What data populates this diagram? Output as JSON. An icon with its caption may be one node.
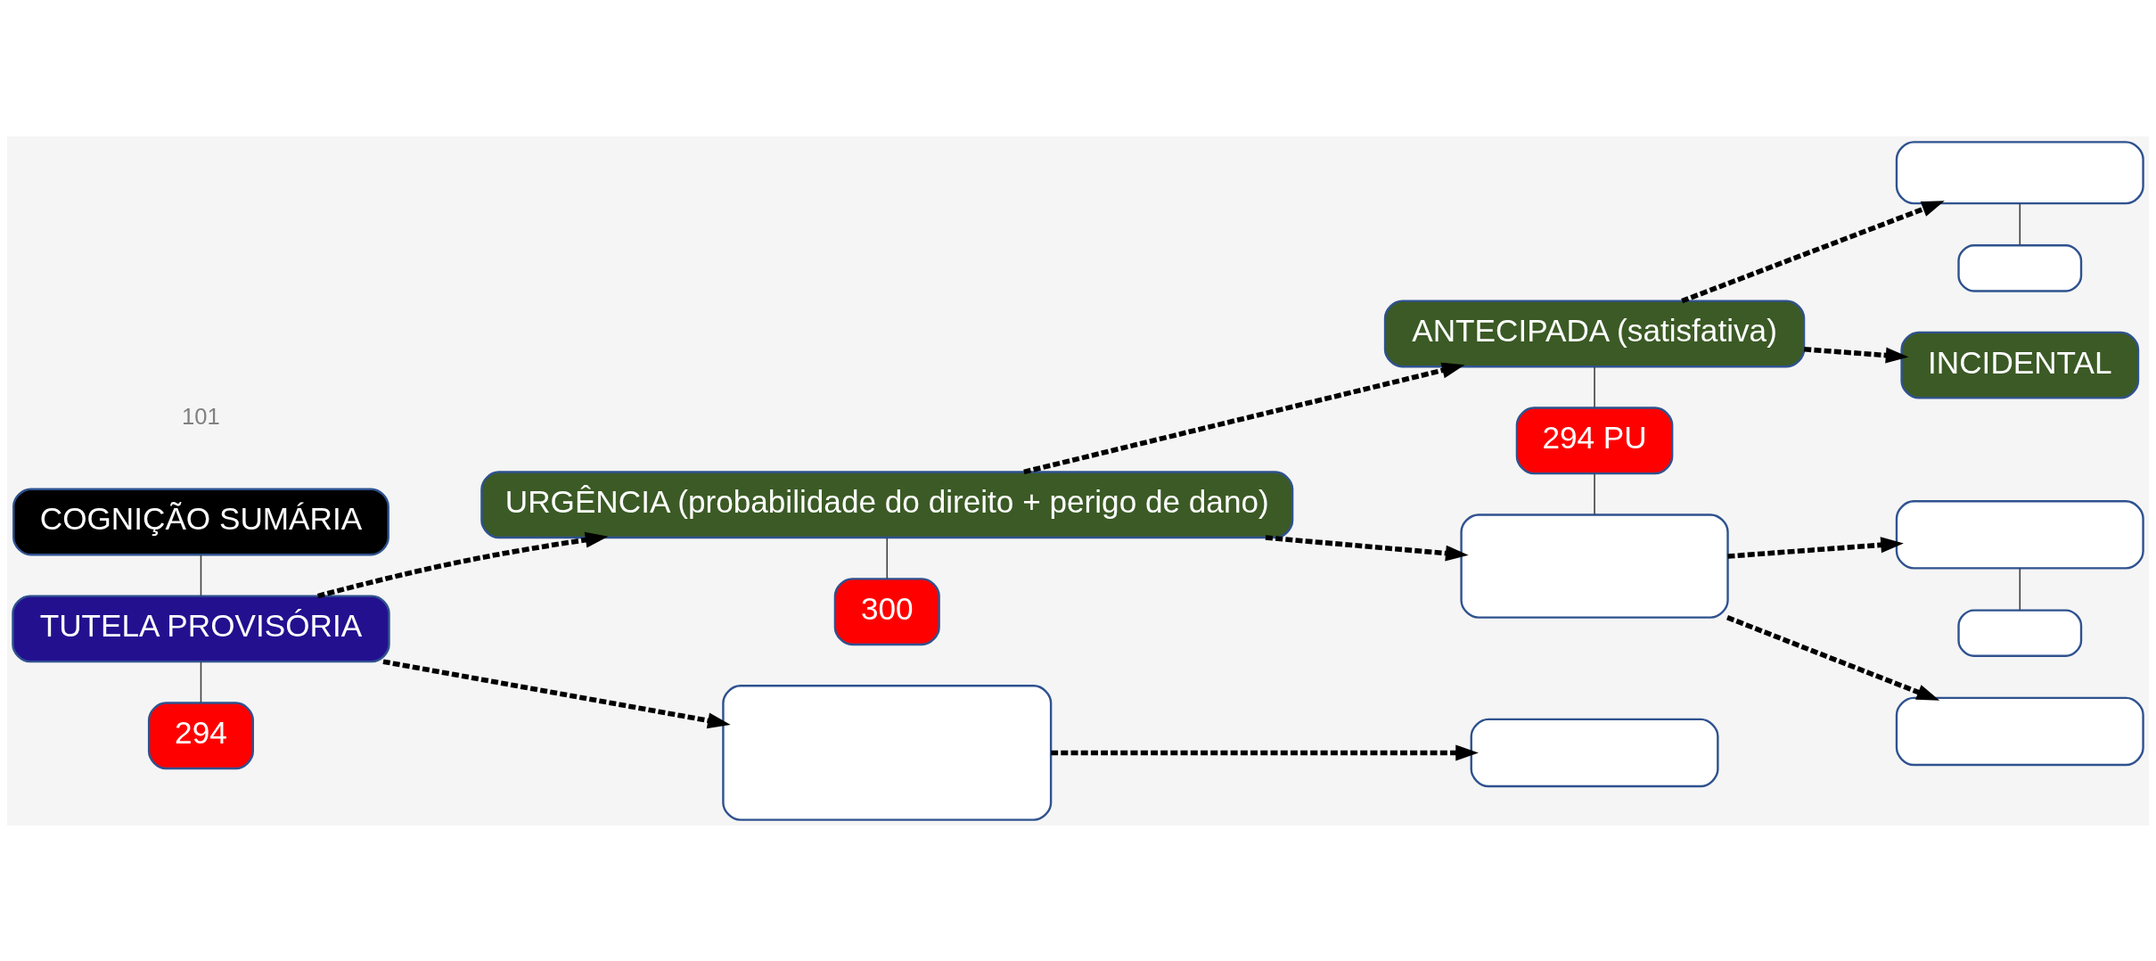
{
  "diagram": {
    "nodes": [
      {
        "text": [
          "COGNIÇÃO SUMÁRIA"
        ]
      },
      {
        "text": [
          "TUTELA PROVISÓRIA"
        ]
      },
      {
        "text": [
          "294"
        ]
      },
      {
        "text": [
          "URGÊNCIA (probabilidade do direito + perigo de dano)"
        ]
      },
      {
        "text": [
          "300"
        ]
      },
      {
        "text": [],
        "shape": "box"
      },
      {
        "text": [
          "ANTECIPADA (satisfativa)"
        ]
      },
      {
        "text": [
          "294 PU"
        ]
      },
      {
        "text": [],
        "shape": "box"
      },
      {
        "text": [],
        "shape": "box"
      },
      {
        "text": [],
        "shape": "box"
      },
      {
        "text": [
          "INCIDENTAL"
        ]
      },
      {
        "text": [],
        "shape": "box"
      },
      {
        "text": [],
        "shape": "box"
      },
      {
        "text": [],
        "shape": "box"
      },
      {
        "text": [],
        "shape": "box"
      }
    ],
    "edges": [
      {
        "from": 0,
        "to": 1,
        "arrow": "none"
      },
      {
        "from": 1,
        "to": 2,
        "arrow": "none"
      },
      {
        "from": 1,
        "to": 3,
        "arrow": "to",
        "style": "dashed"
      },
      {
        "from": 1,
        "to": 5,
        "arrow": "to",
        "style": "dashed"
      },
      {
        "from": 3,
        "to": 4,
        "arrow": "none"
      },
      {
        "from": 3,
        "to": 6,
        "arrow": "to",
        "style": "dashed"
      },
      {
        "from": 3,
        "to": 8,
        "arrow": "to",
        "style": "dashed"
      },
      {
        "from": 6,
        "to": 7,
        "arrow": "none"
      },
      {
        "from": 7,
        "to": 8,
        "arrow": "none"
      },
      {
        "from": 6,
        "to": 9,
        "arrow": "to",
        "style": "dashed"
      },
      {
        "from": 6,
        "to": 11,
        "arrow": "to",
        "style": "dashed"
      },
      {
        "from": 9,
        "to": 10,
        "arrow": "none"
      },
      {
        "from": 8,
        "to": 12,
        "arrow": "to",
        "style": "dashed"
      },
      {
        "from": 8,
        "to": 14,
        "arrow": "to",
        "style": "dashed"
      },
      {
        "from": 12,
        "to": 13,
        "arrow": "none"
      },
      {
        "from": 5,
        "to": 15,
        "arrow": "to",
        "style": "dashed"
      }
    ],
    "labels": [
      "101"
    ]
  }
}
